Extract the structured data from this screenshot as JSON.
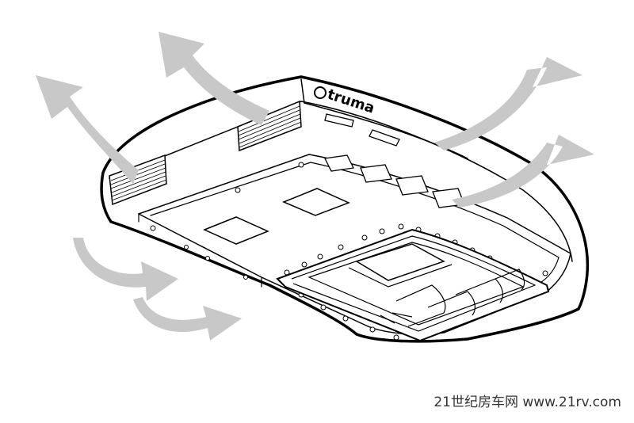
{
  "brand_logo_text": "truma",
  "watermark": {
    "site_name": "21世纪房车网",
    "url": "www.21rv.com"
  },
  "colors": {
    "outline": "#000000",
    "airflow_arrows": "#c8c8c8",
    "background": "#ffffff"
  },
  "icons": [
    "airflow-arrow-icon",
    "vent-grille",
    "roof-unit-outline"
  ]
}
